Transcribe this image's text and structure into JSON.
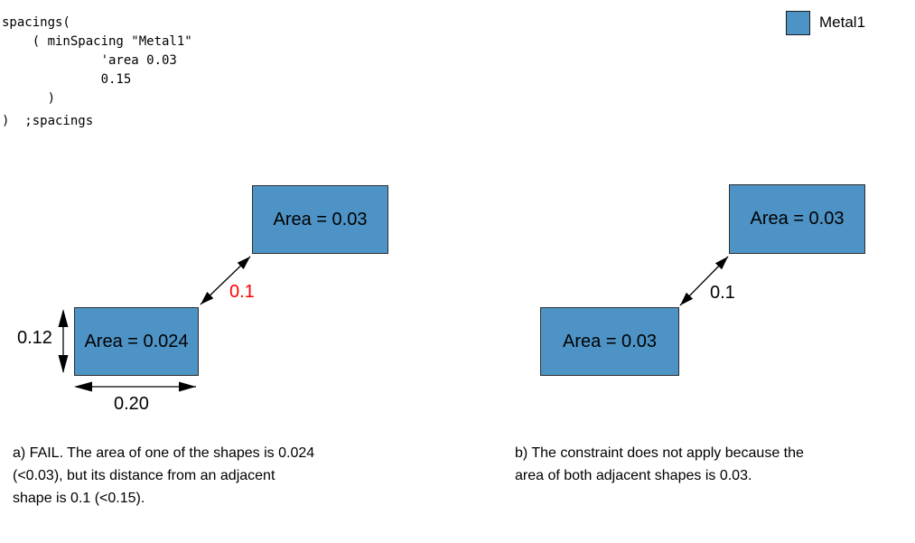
{
  "code": {
    "lines": [
      "spacings(",
      "    ( minSpacing \"Metal1\"",
      "             'area 0.03",
      "             0.15",
      "      )"
    ],
    "closing_line": ")  ;spacings"
  },
  "legend": {
    "label": "Metal1",
    "swatch_color": "#4e93c5"
  },
  "diagram_a": {
    "top_rect": {
      "label": "Area = 0.03"
    },
    "bottom_rect": {
      "label": "Area = 0.024"
    },
    "spacing": {
      "label": "0.1",
      "color": "#ff0000"
    },
    "height_label": "0.12",
    "width_label": "0.20",
    "caption_lines": [
      "a) FAIL. The area of one of the shapes is 0.024",
      "(<0.03), but its distance from an adjacent",
      "shape is 0.1 (<0.15)."
    ]
  },
  "diagram_b": {
    "top_rect": {
      "label": "Area = 0.03"
    },
    "bottom_rect": {
      "label": "Area = 0.03"
    },
    "spacing": {
      "label": "0.1",
      "color": "#000000"
    },
    "caption_lines": [
      "b) The constraint does not apply because the",
      "area of both adjacent shapes is 0.03."
    ]
  },
  "colors": {
    "metal_fill": "#4e93c5",
    "metal_border": "#2e2e2e",
    "fail_red": "#ff0000",
    "background": "#ffffff"
  }
}
